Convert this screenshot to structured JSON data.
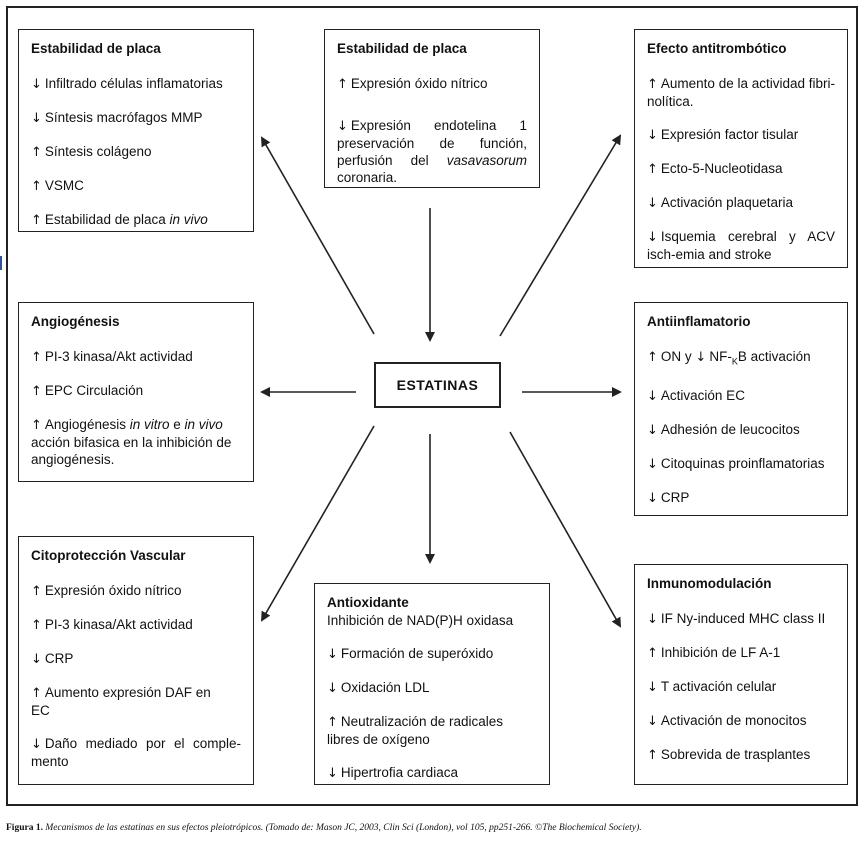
{
  "center_label": "ESTATINAS",
  "arrows": {
    "up": "↑",
    "down": "↓"
  },
  "boxes": {
    "placa_left": {
      "title": "Estabilidad de placa",
      "items": [
        {
          "arrow": "↓",
          "text": "Infiltrado células inflamatorias"
        },
        {
          "arrow": "↓",
          "text": "Síntesis  macrófagos MMP"
        },
        {
          "arrow": "↑",
          "text": "Síntesis colágeno"
        },
        {
          "arrow": "↑",
          "text": "VSMC"
        },
        {
          "arrow": "↑",
          "text": "Estabilidad de placa ",
          "italic": "in vivo"
        }
      ]
    },
    "placa_center": {
      "title": "Estabilidad de placa",
      "item1": {
        "arrow": "↑",
        "text": "Expresión óxido nítrico"
      },
      "item2": {
        "arrow": "↓",
        "text_a": "Expresión endotelina 1 preservación de función, perfusión del ",
        "italic": "vasavasorum",
        "text_b": " coronaria."
      }
    },
    "antitrombotico": {
      "title": "Efecto antitrombótico",
      "items": [
        {
          "arrow": "↑",
          "text": "Aumento de la actividad fibri-nolítica."
        },
        {
          "arrow": "↓",
          "text": "Expresión factor tisular"
        },
        {
          "arrow": "↑",
          "text": "Ecto-5-Nucleotidasa"
        },
        {
          "arrow": "↓",
          "text": "Activación plaquetaria"
        },
        {
          "arrow": "↓",
          "text": "Isquemia cerebral y ACV isch-emia and stroke"
        }
      ]
    },
    "angiogenesis": {
      "title": "Angiogénesis",
      "item1": {
        "arrow": "↑",
        "text": "PI-3 kinasa/Akt actividad"
      },
      "item2": {
        "arrow": "↑",
        "text": "EPC Circulación"
      },
      "item3": {
        "arrow": "↑",
        "text_a": "Angiogénesis ",
        "italic_a": "in vitro",
        "text_b": " e ",
        "italic_b": "in vivo",
        "text_c": " acción bifasica en la inhibición de angiogénesis."
      }
    },
    "antiinflamatorio": {
      "title": "Antiinflamatorio",
      "item1": {
        "arrow_a": "↑",
        "text_a": "ON  y ",
        "arrow_b": "↓",
        "text_b": "NF-",
        "sub": "K",
        "text_c": "B activación"
      },
      "items": [
        {
          "arrow": "↓",
          "text": "Activación EC"
        },
        {
          "arrow": "↓",
          "text": "Adhesión de leucocitos"
        },
        {
          "arrow": "↓",
          "text": "Citoquinas proinflamatorias"
        },
        {
          "arrow": "↓",
          "text": "CRP"
        }
      ]
    },
    "citoproteccion": {
      "title": "Citoprotección Vascular",
      "items": [
        {
          "arrow": "↑",
          "text": "Expresión óxido nítrico"
        },
        {
          "arrow": "↑",
          "text": "PI-3 kinasa/Akt actividad"
        },
        {
          "arrow": "↓",
          "text": "CRP"
        },
        {
          "arrow": "↑",
          "text": "Aumento expresión DAF en EC"
        },
        {
          "arrow": "↓",
          "text": "Daño mediado por el comple-mento"
        }
      ]
    },
    "antioxidante": {
      "title": "Antioxidante",
      "subtitle": "Inhibición de NAD(P)H oxidasa",
      "items": [
        {
          "arrow": "↓",
          "text": "Formación de superóxido"
        },
        {
          "arrow": "↓",
          "text": "Oxidación LDL"
        },
        {
          "arrow": "↑",
          "text": "Neutralización de radicales libres de oxígeno"
        },
        {
          "arrow": "↓",
          "text": "Hipertrofia cardiaca"
        }
      ]
    },
    "inmunomodulacion": {
      "title": "Inmunomodulación",
      "items": [
        {
          "arrow": "↓",
          "text": "IF Ny-induced MHC class II"
        },
        {
          "arrow": "↑",
          "text": "Inhibición de LF A-1"
        },
        {
          "arrow": "↓",
          "text": "T  activación celular"
        },
        {
          "arrow": "↓",
          "text": "Activación de monocitos"
        },
        {
          "arrow": "↑",
          "text": "Sobrevida de trasplantes"
        }
      ]
    }
  },
  "caption": {
    "label": "Figura 1.",
    "text": "Mecanismos de las estatinas en sus efectos pleiotrópicos. (Tomado de: Mason JC, 2003, Clin Sci (London), vol 105, pp251-266. ©The Biochemical Society)."
  },
  "colors": {
    "line": "#222222",
    "sidebar_accent": "#2f5597"
  }
}
